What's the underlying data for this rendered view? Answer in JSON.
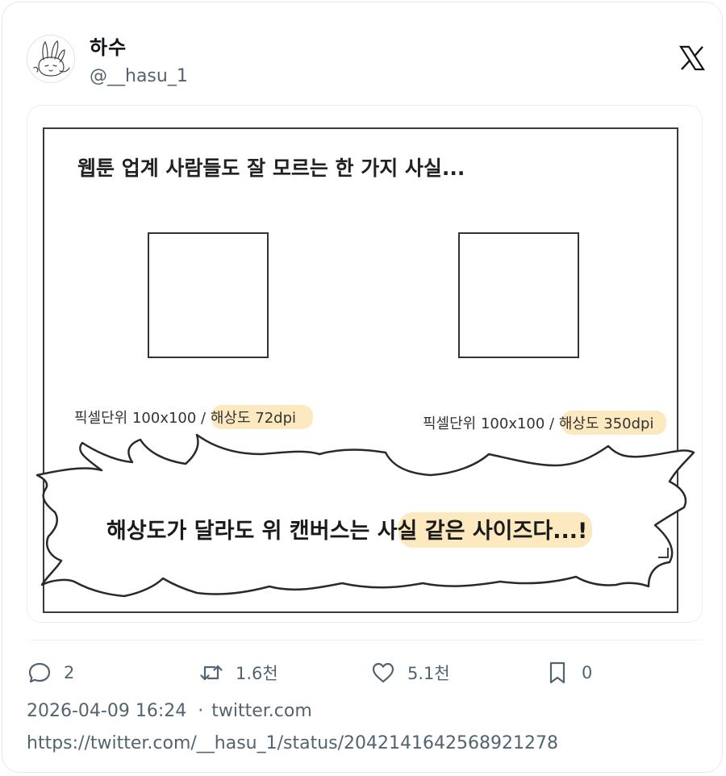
{
  "tweet": {
    "author_name": "하수",
    "author_handle": "@__hasu_1",
    "platform_icon": "x-logo-icon",
    "image": {
      "title": "웹툰 업계 사람들도 잘 모르는 한 가지 사실...",
      "left_caption_plain": "픽셀단위 100x100 / ",
      "left_caption_highlight": "해상도 72dpi",
      "right_caption_plain": "픽셀단위 100x100 / ",
      "right_caption_highlight": "해상도 350dpi",
      "bubble_text_plain": "해상도가 달라도 위 캔버스는 ",
      "bubble_text_highlight": "사실 같은 사이즈다",
      "bubble_text_end": "...!",
      "highlight_color": "#fde9bf"
    },
    "actions": {
      "replies": "2",
      "retweets": "1.6천",
      "likes": "5.1천",
      "bookmarks": "0"
    },
    "timestamp": "2026-04-09 16:24",
    "separator": "·",
    "source": "twitter.com",
    "url": "https://twitter.com/__hasu_1/status/2042141642568921278"
  }
}
